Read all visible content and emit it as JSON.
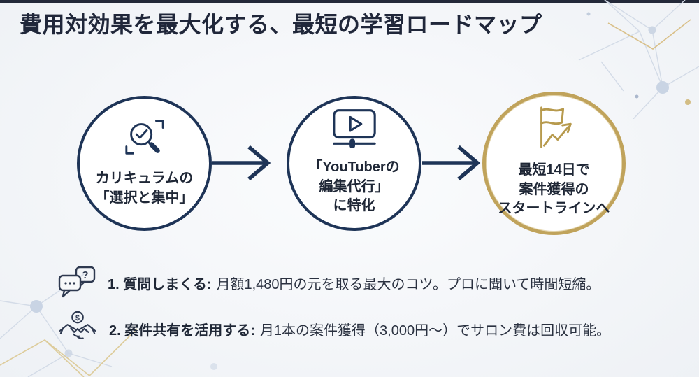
{
  "title": {
    "text": "費用対効果を最大化する、最短の学習ロードマップ"
  },
  "roadmap": {
    "steps": [
      {
        "icon": "magnifier-check-icon",
        "lines": [
          "カリキュラムの",
          "「選択と集中」"
        ]
      },
      {
        "icon": "video-editing-icon",
        "lines": [
          "「YouTuberの",
          "編集代行」",
          "に特化"
        ]
      },
      {
        "icon": "flag-growth-icon",
        "lines": [
          "最短14日で",
          "案件獲得の",
          "スタートラインへ"
        ]
      }
    ]
  },
  "tips": [
    {
      "icon": "chat-question-icon",
      "label": "1. 質問しまくる:",
      "text": "月額1,480円の元を取る最大のコツ。プロに聞いて時間短縮。"
    },
    {
      "icon": "handshake-money-icon",
      "label": "2. 案件共有を活用する:",
      "text": "月1本の案件獲得（3,000円〜）でサロン費は回収可能。"
    }
  ],
  "colors": {
    "navy": "#1e3457",
    "gold": "#c0a35b",
    "gold_icon": "#b79a4d",
    "top_bar": "#232939",
    "title_text": "#20273a",
    "body_text": "#2a3140",
    "background": "#f2f4f7"
  }
}
